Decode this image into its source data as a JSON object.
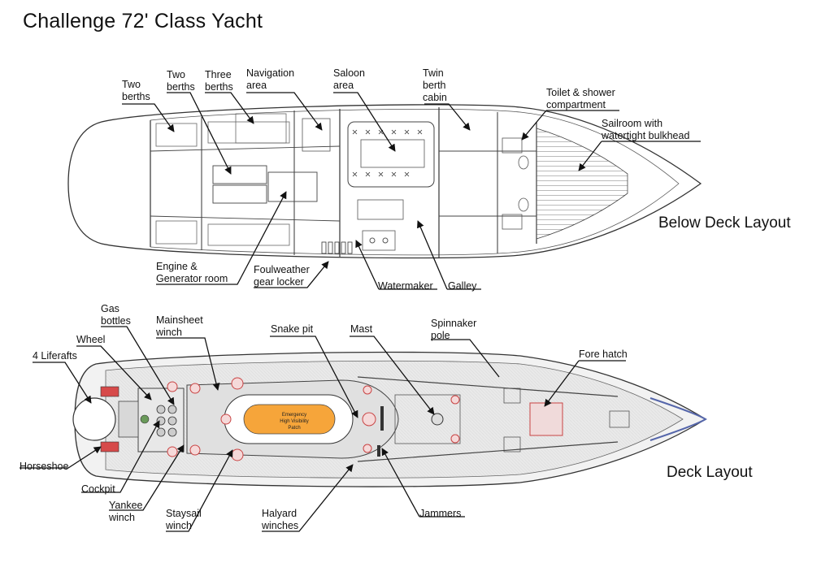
{
  "title": "Challenge 72' Class Yacht",
  "sections": {
    "below": "Below Deck Layout",
    "deck": "Deck Layout"
  },
  "patch_text": [
    "Emergency",
    "High Visibility",
    "Patch"
  ],
  "colors": {
    "patch_orange": "#f6a53a",
    "deck_grey": "#e6e6e6",
    "mark_red": "#d64a4a",
    "rail_blue": "#5566aa",
    "line": "#222222"
  },
  "below_labels": [
    {
      "id": "two-berths-1",
      "lines": [
        "Two",
        "berths"
      ]
    },
    {
      "id": "two-berths-2",
      "lines": [
        "Two",
        "berths"
      ]
    },
    {
      "id": "three-berths",
      "lines": [
        "Three",
        "berths"
      ]
    },
    {
      "id": "navigation-area",
      "lines": [
        "Navigation",
        "area"
      ]
    },
    {
      "id": "saloon-area",
      "lines": [
        "Saloon",
        "area"
      ]
    },
    {
      "id": "twin-berth-cabin",
      "lines": [
        "Twin",
        "berth",
        "cabin"
      ]
    },
    {
      "id": "toilet-shower",
      "lines": [
        "Toilet & shower",
        "compartment"
      ]
    },
    {
      "id": "sailroom",
      "lines": [
        "Sailroom with",
        "watertight bulkhead"
      ]
    },
    {
      "id": "engine-room",
      "lines": [
        "Engine &",
        "Generator room"
      ]
    },
    {
      "id": "foulweather",
      "lines": [
        "Foulweather",
        "gear locker"
      ]
    },
    {
      "id": "watermaker",
      "lines": [
        "Watermaker"
      ]
    },
    {
      "id": "galley",
      "lines": [
        "Galley"
      ]
    }
  ],
  "deck_labels": [
    {
      "id": "gas-bottles",
      "lines": [
        "Gas",
        "bottles"
      ]
    },
    {
      "id": "mainsheet-winch",
      "lines": [
        "Mainsheet",
        "winch"
      ]
    },
    {
      "id": "snake-pit",
      "lines": [
        "Snake pit"
      ]
    },
    {
      "id": "mast",
      "lines": [
        "Mast"
      ]
    },
    {
      "id": "spinnaker-pole",
      "lines": [
        "Spinnaker",
        "pole"
      ]
    },
    {
      "id": "fore-hatch",
      "lines": [
        "Fore hatch"
      ]
    },
    {
      "id": "wheel",
      "lines": [
        "Wheel"
      ]
    },
    {
      "id": "liferafts",
      "lines": [
        "4 Liferafts"
      ]
    },
    {
      "id": "horseshoe",
      "lines": [
        "Horseshoe"
      ]
    },
    {
      "id": "cockpit",
      "lines": [
        "Cockpit"
      ]
    },
    {
      "id": "yankee-winch",
      "lines": [
        "Yankee",
        "winch"
      ]
    },
    {
      "id": "staysail-winch",
      "lines": [
        "Staysail",
        "winch"
      ]
    },
    {
      "id": "halyard-winches",
      "lines": [
        "Halyard",
        "winches"
      ]
    },
    {
      "id": "jammers",
      "lines": [
        "Jammers"
      ]
    }
  ]
}
